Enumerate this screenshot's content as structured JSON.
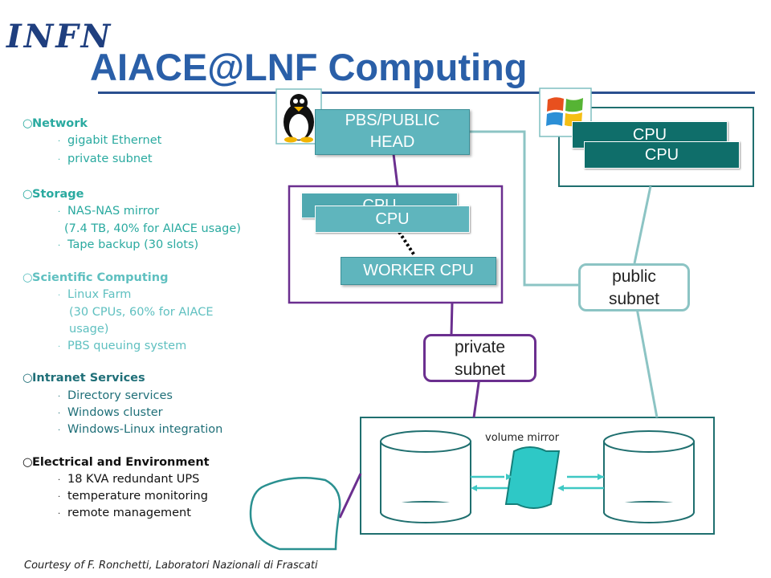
{
  "header": {
    "logo_text": "INFN",
    "title": "AIACE@LNF Computing"
  },
  "sections": [
    {
      "title": "Network",
      "items": [
        "gigabit Ethernet",
        "private subnet"
      ]
    },
    {
      "title": "Storage",
      "items": [
        "NAS-NAS mirror",
        "(7.4 TB, 40% for AIACE usage)",
        "Tape backup (30 slots)"
      ]
    },
    {
      "title": "Scientific Computing",
      "items": [
        "Linux Farm",
        "(30 CPUs, 60% for AIACE",
        "usage)",
        "PBS queuing system"
      ]
    },
    {
      "title": "Intranet Services",
      "items": [
        "Directory services",
        "Windows cluster",
        "Windows-Linux integration"
      ]
    },
    {
      "title": "Electrical and Environment",
      "items": [
        "18 KVA redundant UPS",
        "temperature monitoring",
        "remote management"
      ]
    }
  ],
  "diagram": {
    "pbs_head": "PBS/PUBLIC HEAD",
    "linux_cpu_back": "CPU",
    "linux_cpu_front": "CPU",
    "worker_cpu": "WORKER CPU",
    "win_cpu_back": "CPU",
    "win_cpu_front": "CPU",
    "public_subnet": "public subnet",
    "private_subnet": "private subnet",
    "volume_mirror": "volume mirror",
    "linux_icon": "tux-penguin-icon",
    "windows_icon": "windows-flag-icon"
  },
  "footer": {
    "courtesy": "Courtesy of F. Ronchetti, Laboratori Nazionali di Frascati"
  },
  "colors": {
    "title": "#2a5fa8",
    "teal_box": "#5fb5bd",
    "dark_teal": "#0f6e6a",
    "purple": "#6b2f8f",
    "light_teal_line": "#8cc4c4"
  }
}
